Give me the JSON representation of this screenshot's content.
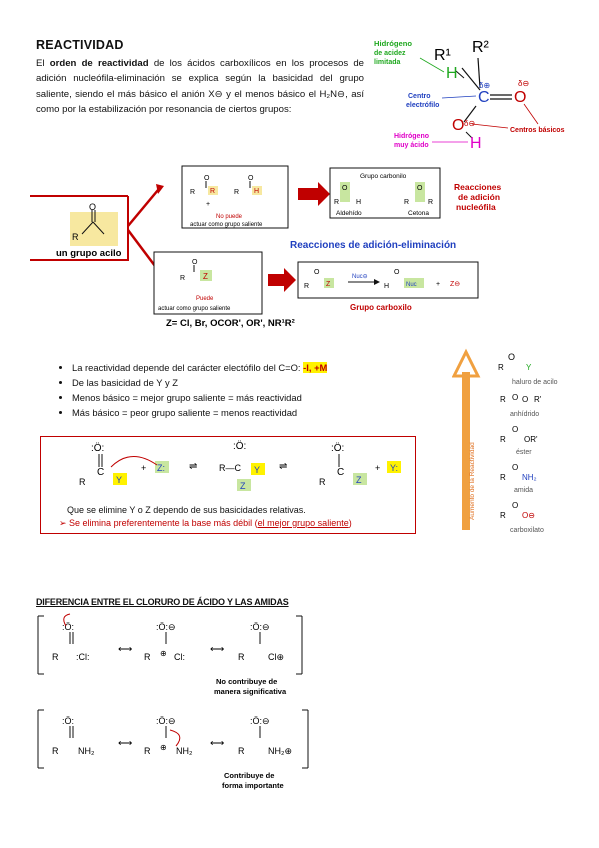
{
  "header": {
    "title": "REACTIVIDAD"
  },
  "intro": {
    "p1": "El ",
    "bold": "orden de reactividad",
    "p2": " de los ácidos carboxílicos en los procesos de adición nucleófila-eliminación se explica según la basicidad del grupo saliente, siendo el más básico el anión X⊖ y el menos básico el H₂N⊖, así como por la estabilización por resonancia de ciertos grupos:"
  },
  "carbonyl_diagram": {
    "hidrogeno_acidez": "Hidrógeno de acidez limitada",
    "centro_electrofilo": "Centro electrófilo",
    "hidrogeno_acido": "Hidrógeno muy ácido",
    "centros_basicos": "Centros básicos",
    "r1": "R¹",
    "r2": "R²",
    "h": "H",
    "c": "C",
    "o": "O"
  },
  "acyl_section": {
    "acyl_label": "un grupo acilo",
    "no_puede": "No puede",
    "no_puede_sub": "actuar como grupo saliente",
    "puede": "Puede",
    "puede_sub": "actuar como grupo saliente",
    "grupo_carbonilo_top": "Grupo carbonilo",
    "aldehido": "Aldehído",
    "cetona": "Cetona",
    "reacciones_adicion": "Reacciones de adición nucleófila",
    "reacciones_ad_elim": "Reacciones de adición-eliminación",
    "grupo_carboxilo": "Grupo carboxilo",
    "z_def": "Z= Cl, Br, OCOR', OR', NR¹R²",
    "nuc": "Nuc⊖",
    "nuc_box": "Nuc",
    "z_anion": "Z⊖"
  },
  "bullets": {
    "b1_pre": "La reactividad depende del carácter electófilo del C=O: ",
    "b1_hl": "-I, +M",
    "b2": "De las basicidad de Y y Z",
    "b3": "Menos básico = mejor grupo saliente = más reactividad",
    "b4": "Más básico = peor grupo saliente = menos reactividad"
  },
  "handwritten": {
    "axis_label": "Aumento de la Reactividad",
    "items": [
      "haluro de acilo",
      "anhídrido",
      "éster",
      "amida",
      "carboxilato"
    ]
  },
  "mechanism_box": {
    "line1": "Que se elimine Y o Z dependo de sus basicidades relativas.",
    "line2_pre": "Se elimina preferentemente la base más débil (",
    "line2_ul": "el mejor grupo saliente",
    "line2_post": ")"
  },
  "section2": {
    "title": "DIFERENCIA ENTRE EL CLORURO DE ÁCIDO Y LAS AMIDAS",
    "note1": "No contribuye de manera significativa",
    "note2": "Contribuye de forma importante"
  },
  "colors": {
    "red": "#c00000",
    "blue": "#1f3fbf",
    "magenta": "#e000c8",
    "green": "#1fa81f",
    "yellow": "#fff200"
  }
}
